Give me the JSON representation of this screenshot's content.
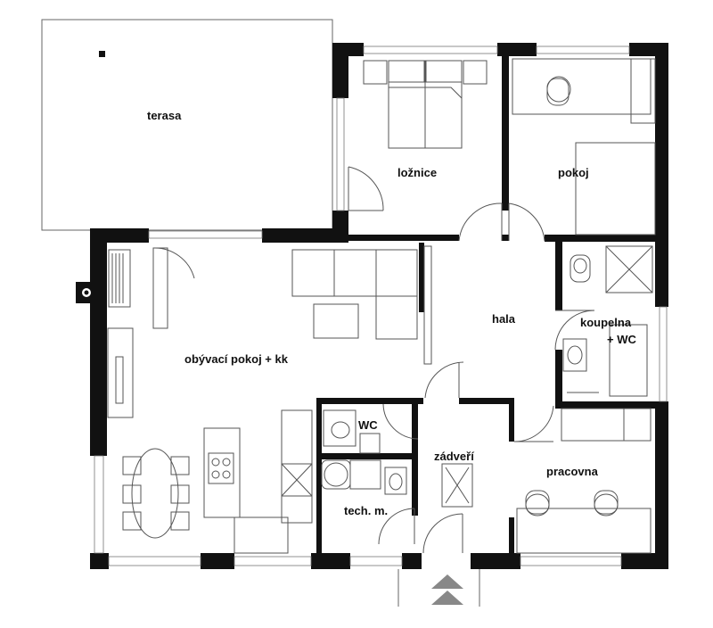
{
  "rooms": {
    "terasa": "terasa",
    "loznice": "ložnice",
    "pokoj": "pokoj",
    "hala": "hala",
    "koupelna_line1": "koupelna",
    "koupelna_line2": "+ WC",
    "obyvaci": "obývací pokoj + kk",
    "wc": "WC",
    "zadveri": "zádveří",
    "tech": "tech. m.",
    "pracovna": "pracovna"
  },
  "colors": {
    "wall": "#111111",
    "line": "#555555",
    "entry_arrow": "#888888",
    "background": "#ffffff"
  }
}
